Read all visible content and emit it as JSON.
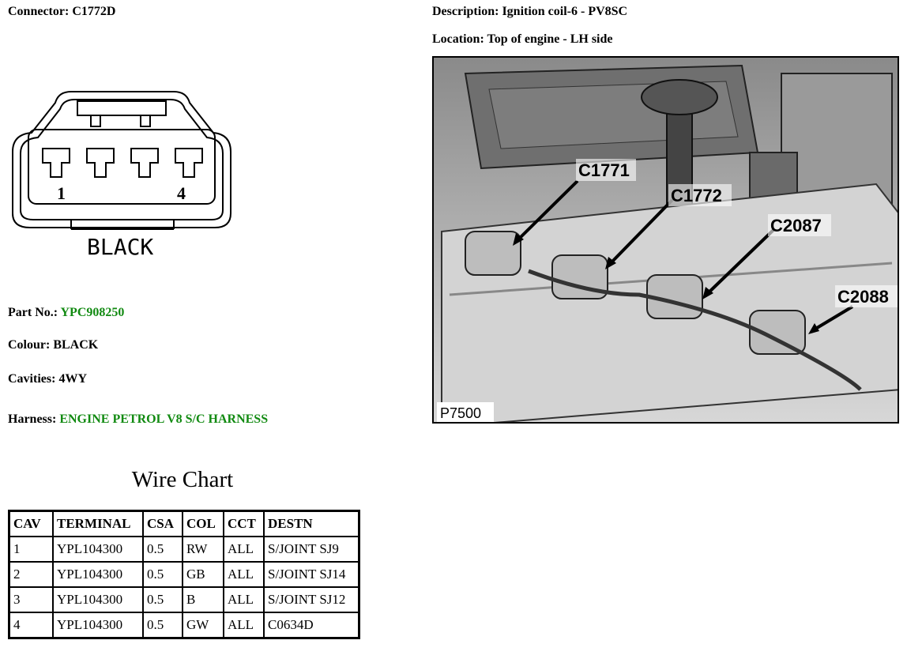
{
  "connector": {
    "label": "Connector:",
    "value": "C1772D"
  },
  "description": {
    "label": "Description:",
    "value": "Ignition coil-6 - PV8SC"
  },
  "location": {
    "label": "Location:",
    "value": "Top of engine - LH side"
  },
  "drawing": {
    "pin_first": "1",
    "pin_last": "4",
    "colour_text": "BLACK"
  },
  "part_no": {
    "label": "Part No.:",
    "value": "YPC908250"
  },
  "colour": {
    "label": "Colour:",
    "value": "BLACK"
  },
  "cavities": {
    "label": "Cavities:",
    "value": "4WY"
  },
  "harness": {
    "label": "Harness:",
    "value": "ENGINE PETROL V8 S/C HARNESS"
  },
  "photo": {
    "callouts": [
      "C1771",
      "C1772",
      "C2087",
      "C2088"
    ],
    "ref": "P7500"
  },
  "wire_chart": {
    "title": "Wire Chart",
    "headers": [
      "CAV",
      "TERMINAL",
      "CSA",
      "COL",
      "CCT",
      "DESTN"
    ],
    "rows": [
      [
        "1",
        "YPL104300",
        "0.5",
        "RW",
        "ALL",
        "S/JOINT SJ9"
      ],
      [
        "2",
        "YPL104300",
        "0.5",
        "GB",
        "ALL",
        "S/JOINT SJ14"
      ],
      [
        "3",
        "YPL104300",
        "0.5",
        "B",
        "ALL",
        "S/JOINT SJ12"
      ],
      [
        "4",
        "YPL104300",
        "0.5",
        "GW",
        "ALL",
        "C0634D"
      ]
    ]
  },
  "colors": {
    "link_green": "#118a11"
  }
}
